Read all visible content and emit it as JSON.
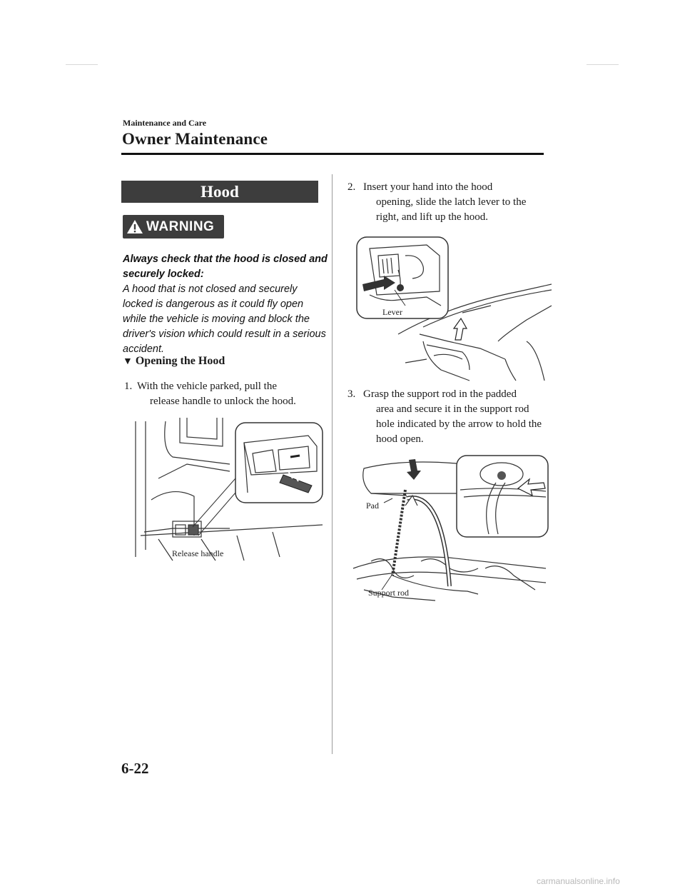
{
  "header": {
    "chapter": "Maintenance and Care",
    "title": "Owner Maintenance"
  },
  "section": {
    "title": "Hood"
  },
  "warning": {
    "badge": "WARNING",
    "lead": "Always check that the hood is closed and securely locked:",
    "body": "A hood that is not closed and securely locked is dangerous as it could fly open while the vehicle is moving and block the driver's vision which could result in a serious accident."
  },
  "subsection": {
    "marker": "▼",
    "title": "Opening the Hood"
  },
  "steps": [
    {
      "num": "1.",
      "lines": [
        "With the vehicle parked, pull the",
        "release handle to unlock the hood."
      ]
    },
    {
      "num": "2.",
      "lines": [
        "Insert your hand into the hood",
        "opening, slide the latch lever to the",
        "right, and lift up the hood."
      ]
    },
    {
      "num": "3.",
      "lines": [
        "Grasp the support rod in the padded",
        "area and secure it in the support rod",
        "hole indicated by the arrow to hold the",
        "hood open."
      ]
    }
  ],
  "figures": {
    "release": {
      "label": "Release handle"
    },
    "lever": {
      "label": "Lever"
    },
    "support": {
      "label_pad": "Pad",
      "label_rod": "Support rod"
    }
  },
  "footer": {
    "page_number": "6-22",
    "watermark": "carmanualsonline.info"
  },
  "colors": {
    "banner": "#3d3d3d",
    "text": "#1a1a1a",
    "rule": "#111111"
  }
}
